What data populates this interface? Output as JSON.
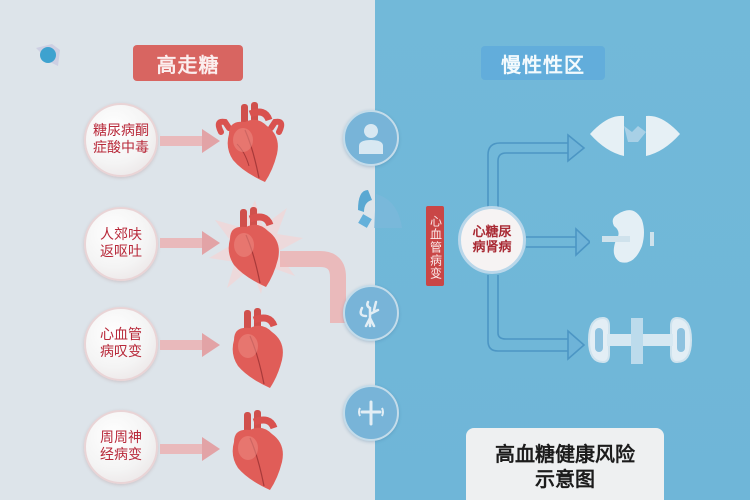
{
  "header": {
    "left_title": "高走糖",
    "right_title": "慢性性区"
  },
  "causes": [
    {
      "line1": "糖尿病酮",
      "line2": "症酸中毒"
    },
    {
      "line1": "人郊呋",
      "line2": "返呕吐"
    },
    {
      "line1": "心血管",
      "line2": "病叹变"
    },
    {
      "line1": "周周神",
      "line2": "经病变"
    }
  ],
  "middle": {
    "vertical_label": "心血管病变",
    "center_line1": "心糖尿",
    "center_line2": "病肾病"
  },
  "organs": [
    "eye-icon",
    "kidney-icon",
    "nerve-icon"
  ],
  "summary": {
    "line1": "高血糖健康风险",
    "line2": "示意图"
  },
  "colors": {
    "left_bg": "#dde4ea",
    "right_bg": "#72b9d9",
    "red_badge": "#d86561",
    "blue_badge": "#62addb",
    "cause_text": "#b8293a",
    "heart": "#d9524f"
  }
}
